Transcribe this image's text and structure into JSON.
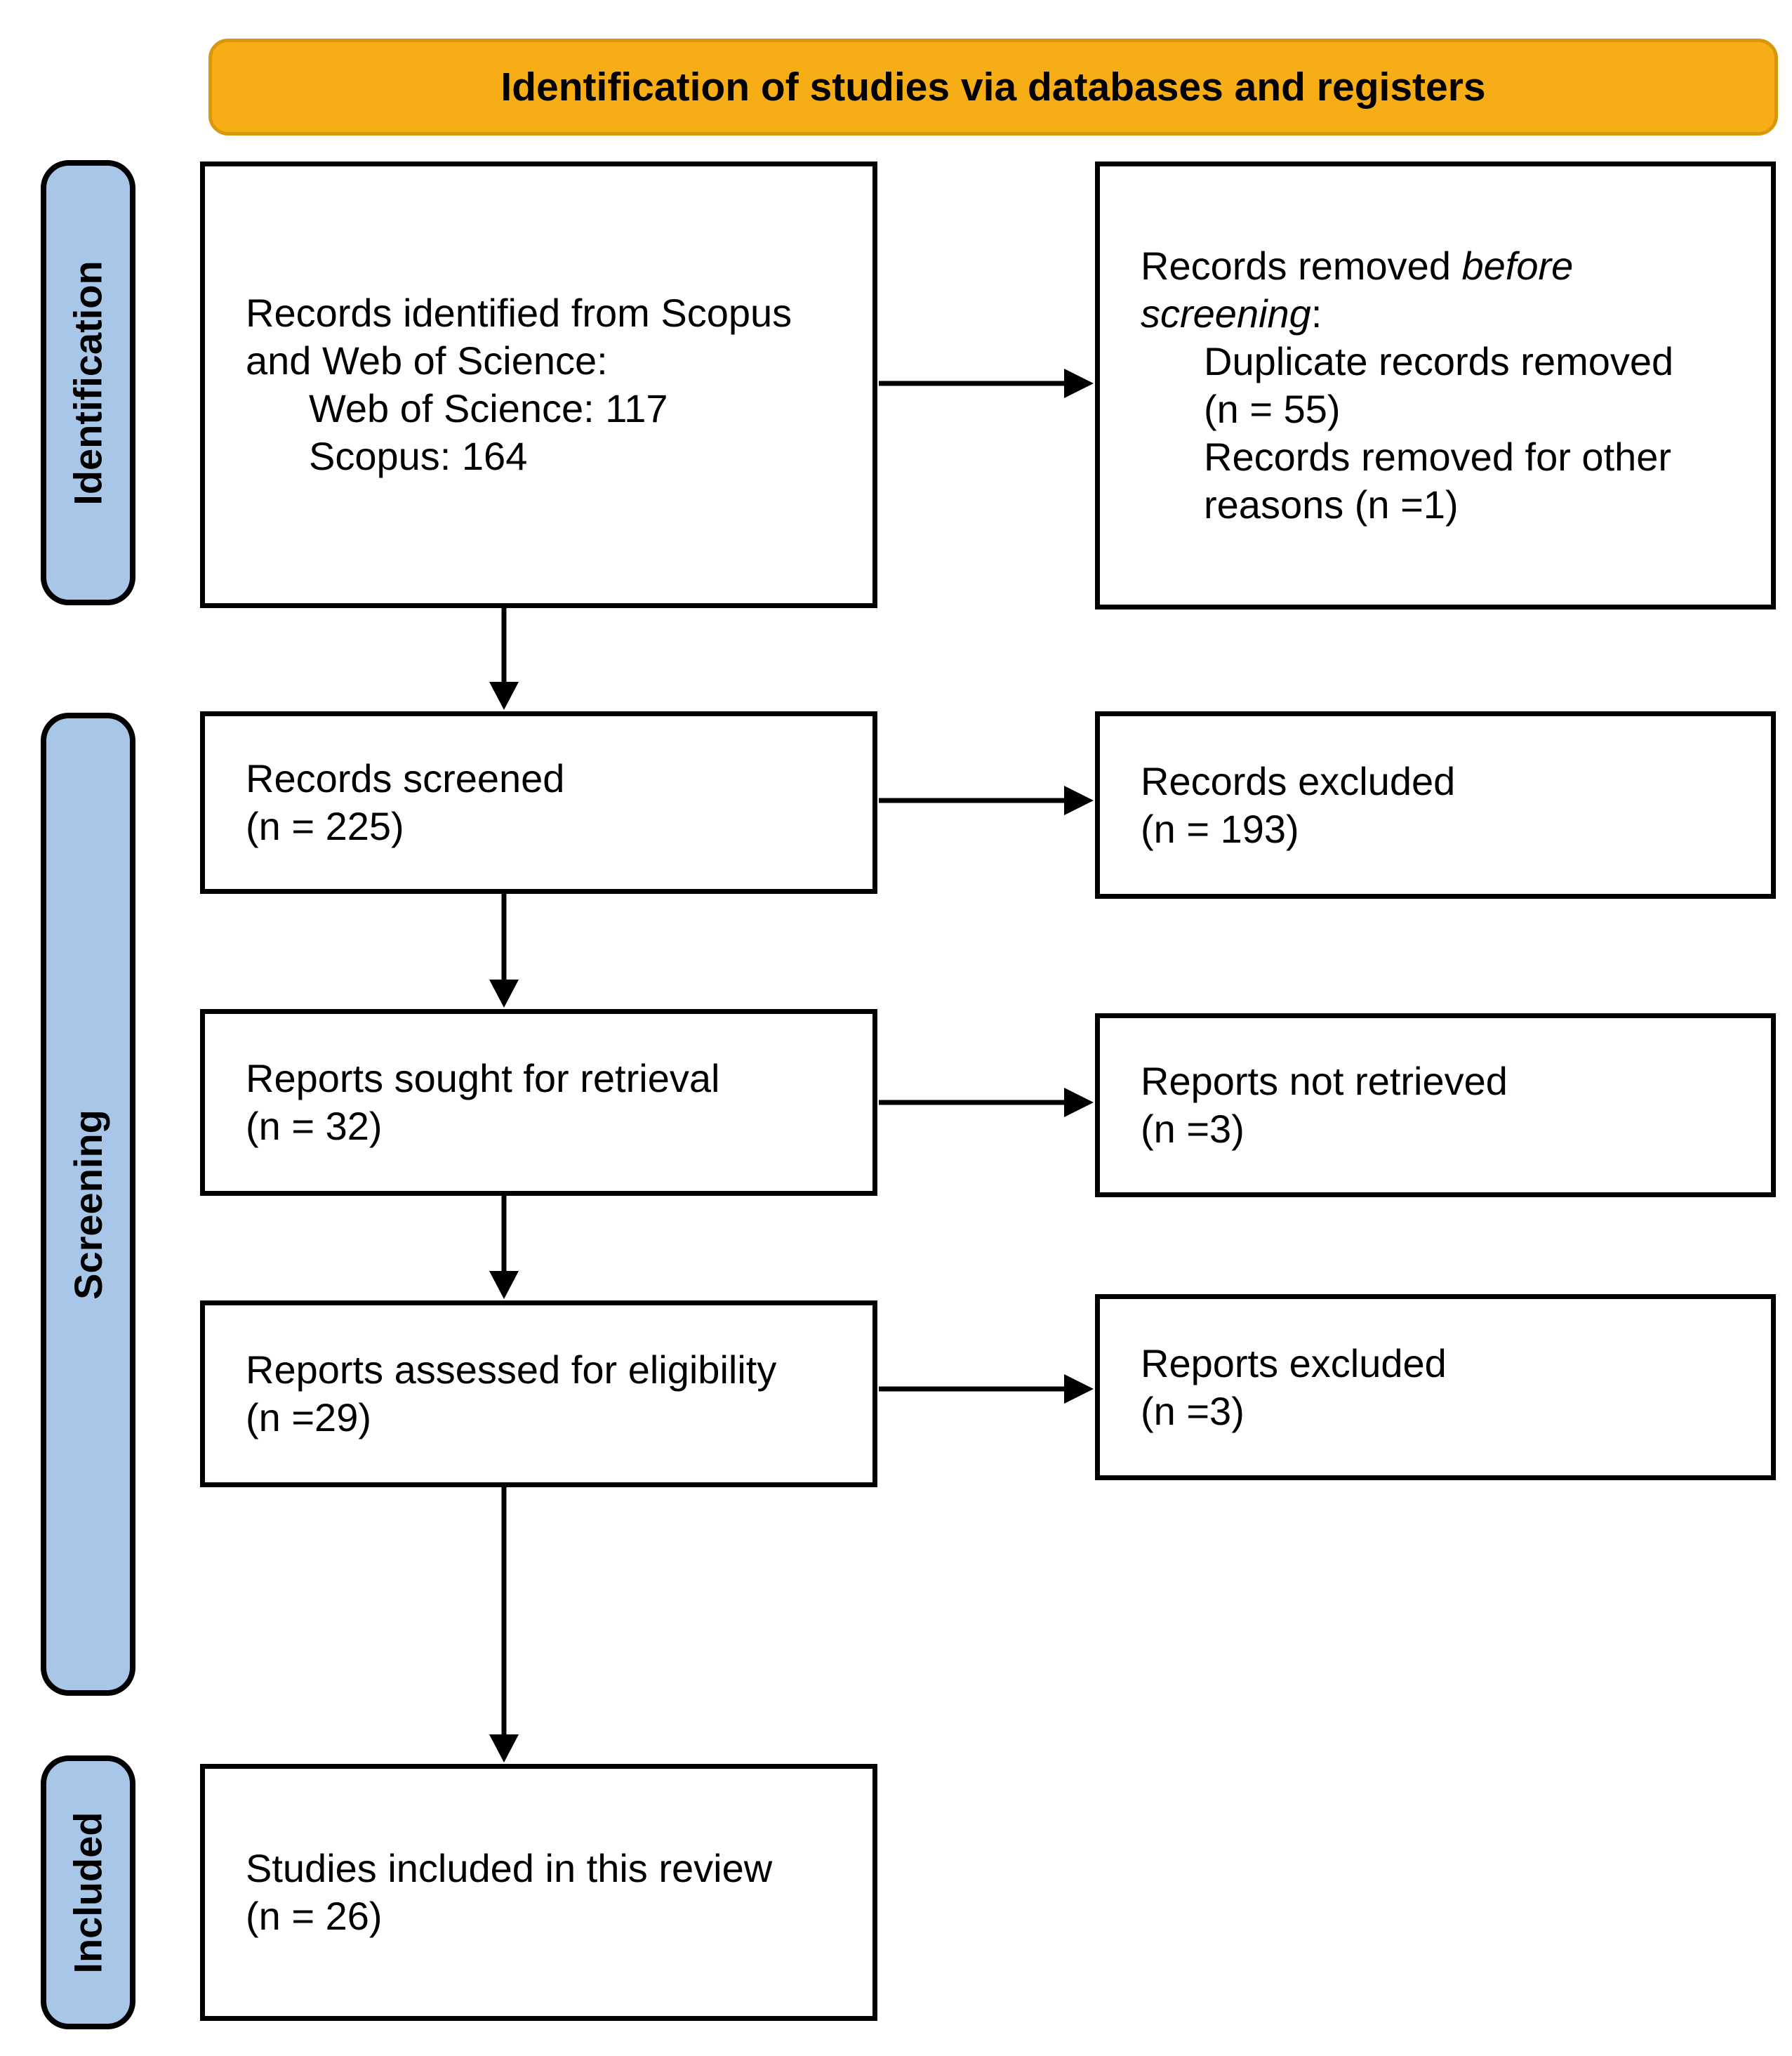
{
  "banner": {
    "title": "Identification of studies via databases and registers",
    "fill_color": "#F7AE16",
    "border_color": "#D9970B"
  },
  "stages": {
    "fill_color": "#A8C7E8",
    "labels": [
      {
        "id": "identification",
        "text": "Identification"
      },
      {
        "id": "screening",
        "text": "Screening"
      },
      {
        "id": "included",
        "text": "Included"
      }
    ]
  },
  "boxes": {
    "records_identified": {
      "lines": [
        {
          "runs": [
            {
              "t": "Records identified from Scopus"
            }
          ]
        },
        {
          "runs": [
            {
              "t": "and Web of Science:"
            }
          ]
        },
        {
          "indent": true,
          "runs": [
            {
              "t": "Web of Science: 117"
            }
          ]
        },
        {
          "indent": true,
          "runs": [
            {
              "t": "Scopus: 164"
            }
          ]
        }
      ]
    },
    "records_removed": {
      "lines": [
        {
          "runs": [
            {
              "t": "Records removed "
            },
            {
              "t": "before",
              "i": true
            }
          ]
        },
        {
          "runs": [
            {
              "t": "screening",
              "i": true
            },
            {
              "t": ":"
            }
          ]
        },
        {
          "indent": true,
          "runs": [
            {
              "t": "Duplicate records removed"
            }
          ]
        },
        {
          "indent": true,
          "runs": [
            {
              "t": "(n = 55)"
            }
          ]
        },
        {
          "indent": true,
          "runs": [
            {
              "t": "Records removed for other"
            }
          ]
        },
        {
          "indent": true,
          "runs": [
            {
              "t": "reasons (n =1)"
            }
          ]
        }
      ]
    },
    "records_screened": {
      "lines": [
        {
          "runs": [
            {
              "t": "Records screened"
            }
          ]
        },
        {
          "runs": [
            {
              "t": "(n = 225)"
            }
          ]
        }
      ]
    },
    "records_excluded": {
      "lines": [
        {
          "runs": [
            {
              "t": "Records excluded"
            }
          ]
        },
        {
          "runs": [
            {
              "t": "(n = 193)"
            }
          ]
        }
      ]
    },
    "reports_sought": {
      "lines": [
        {
          "runs": [
            {
              "t": "Reports sought for retrieval"
            }
          ]
        },
        {
          "runs": [
            {
              "t": "(n = 32)"
            }
          ]
        }
      ]
    },
    "reports_not_retrieved": {
      "lines": [
        {
          "runs": [
            {
              "t": "Reports not retrieved"
            }
          ]
        },
        {
          "runs": [
            {
              "t": "(n =3)"
            }
          ]
        }
      ]
    },
    "reports_assessed": {
      "lines": [
        {
          "runs": [
            {
              "t": "Reports assessed for eligibility"
            }
          ]
        },
        {
          "runs": [
            {
              "t": "(n =29)"
            }
          ]
        }
      ]
    },
    "reports_excluded": {
      "lines": [
        {
          "runs": [
            {
              "t": "Reports excluded"
            }
          ]
        },
        {
          "runs": [
            {
              "t": "(n =3)"
            }
          ]
        }
      ]
    },
    "studies_included": {
      "lines": [
        {
          "runs": [
            {
              "t": "Studies included in this review"
            }
          ]
        },
        {
          "runs": [
            {
              "t": "(n = 26)"
            }
          ]
        }
      ]
    }
  }
}
